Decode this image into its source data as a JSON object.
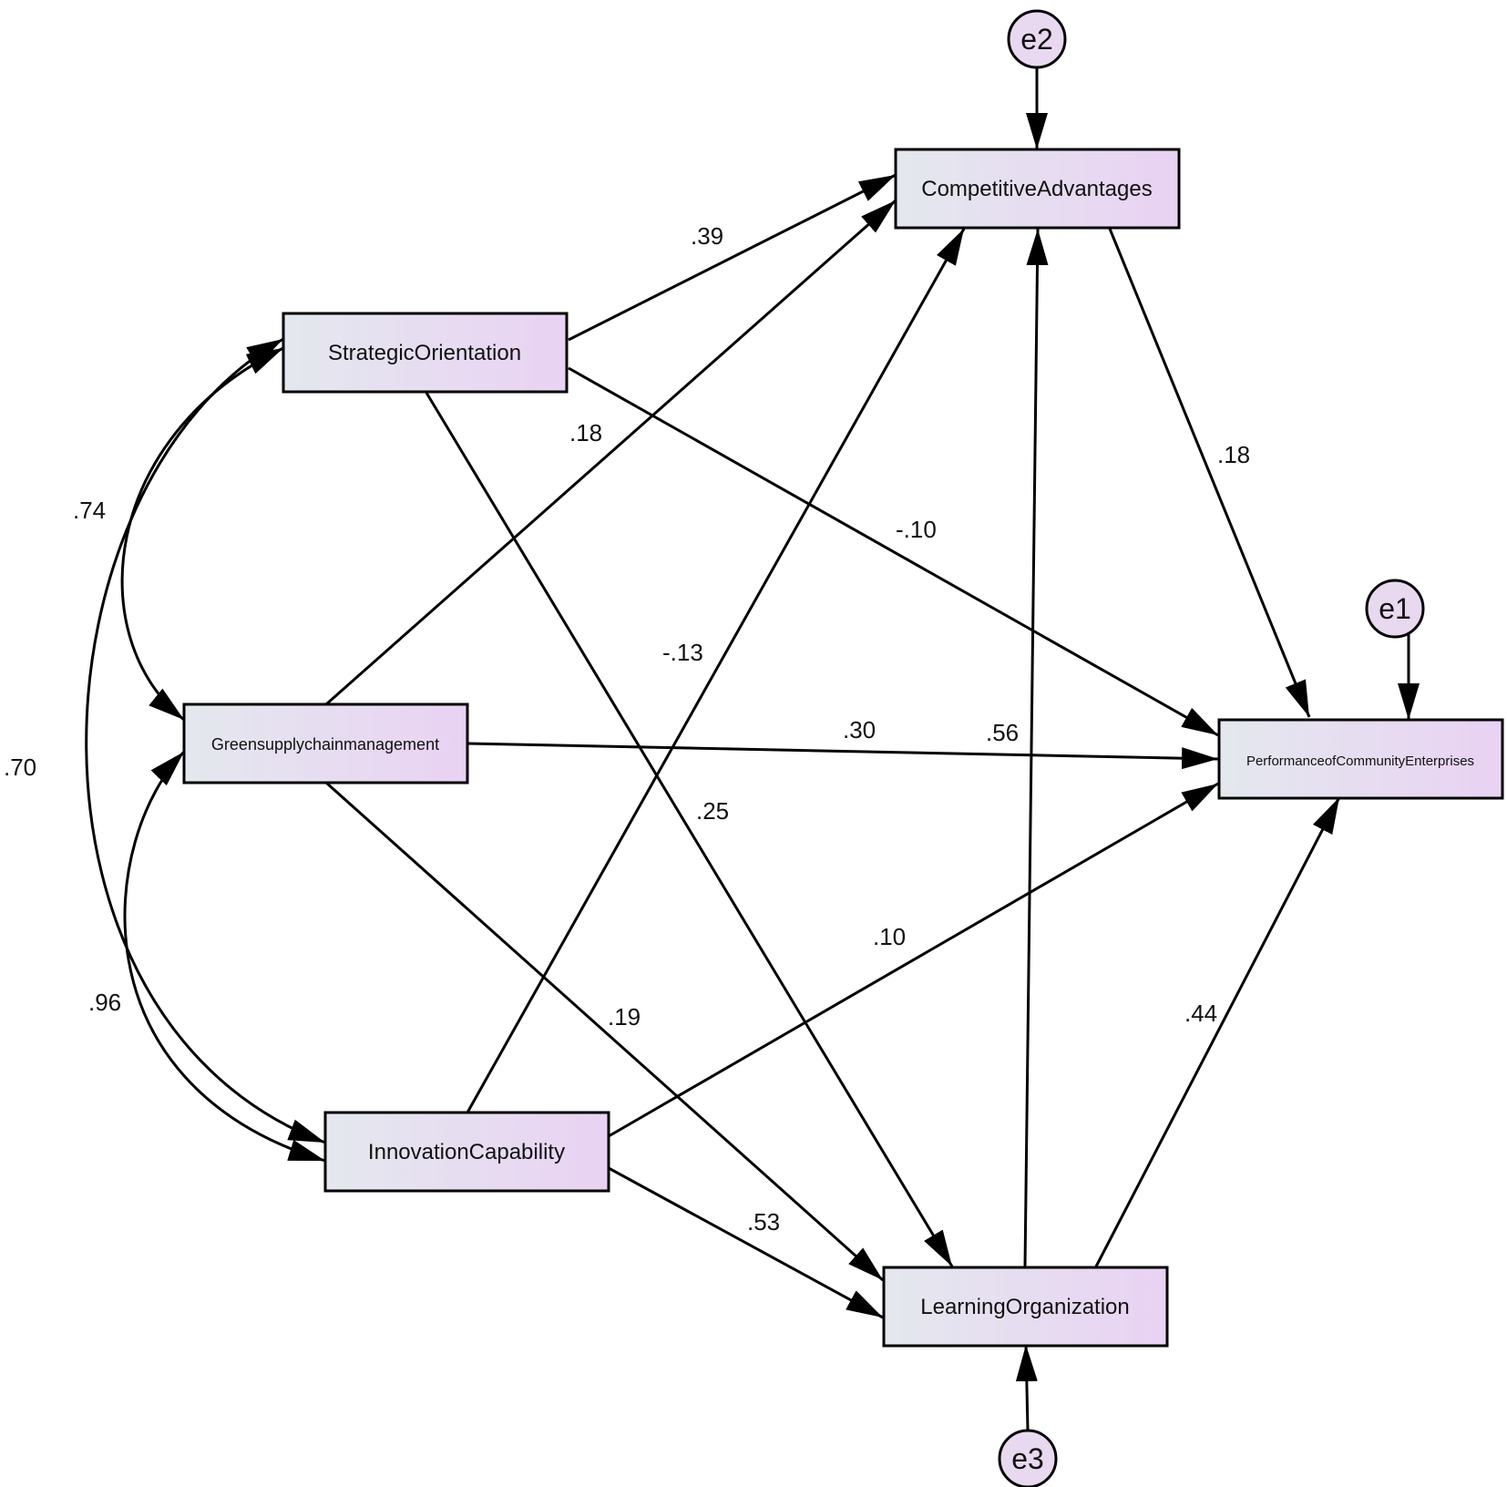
{
  "nodes": {
    "strategic": "StrategicOrientation",
    "competitive": "CompetitiveAdvantages",
    "green": "Greensupplychainmanagement",
    "performance": "PerformanceofCommunityEnterprises",
    "innovation": "InnovationCapability",
    "learning": "LearningOrganization"
  },
  "errors": {
    "e1": "e1",
    "e2": "e2",
    "e3": "e3"
  },
  "paths": {
    "so_ca": ".39",
    "gscm_ca": ".18",
    "ca_pce": ".18",
    "so_pce": "-.10",
    "ic_ca": "-.13",
    "gscm_pce": ".30",
    "lo_ca": ".56",
    "so_lo": ".25",
    "ic_pce": ".10",
    "gscm_lo": ".19",
    "lo_pce": ".44",
    "ic_lo": ".53"
  },
  "correlations": {
    "so_gscm": ".74",
    "so_ic": ".70",
    "gscm_ic": ".96"
  },
  "colors": {
    "box_left": "#e4e8ee",
    "box_right": "#e9d2f3",
    "error_fill": "#e8d9f0"
  }
}
